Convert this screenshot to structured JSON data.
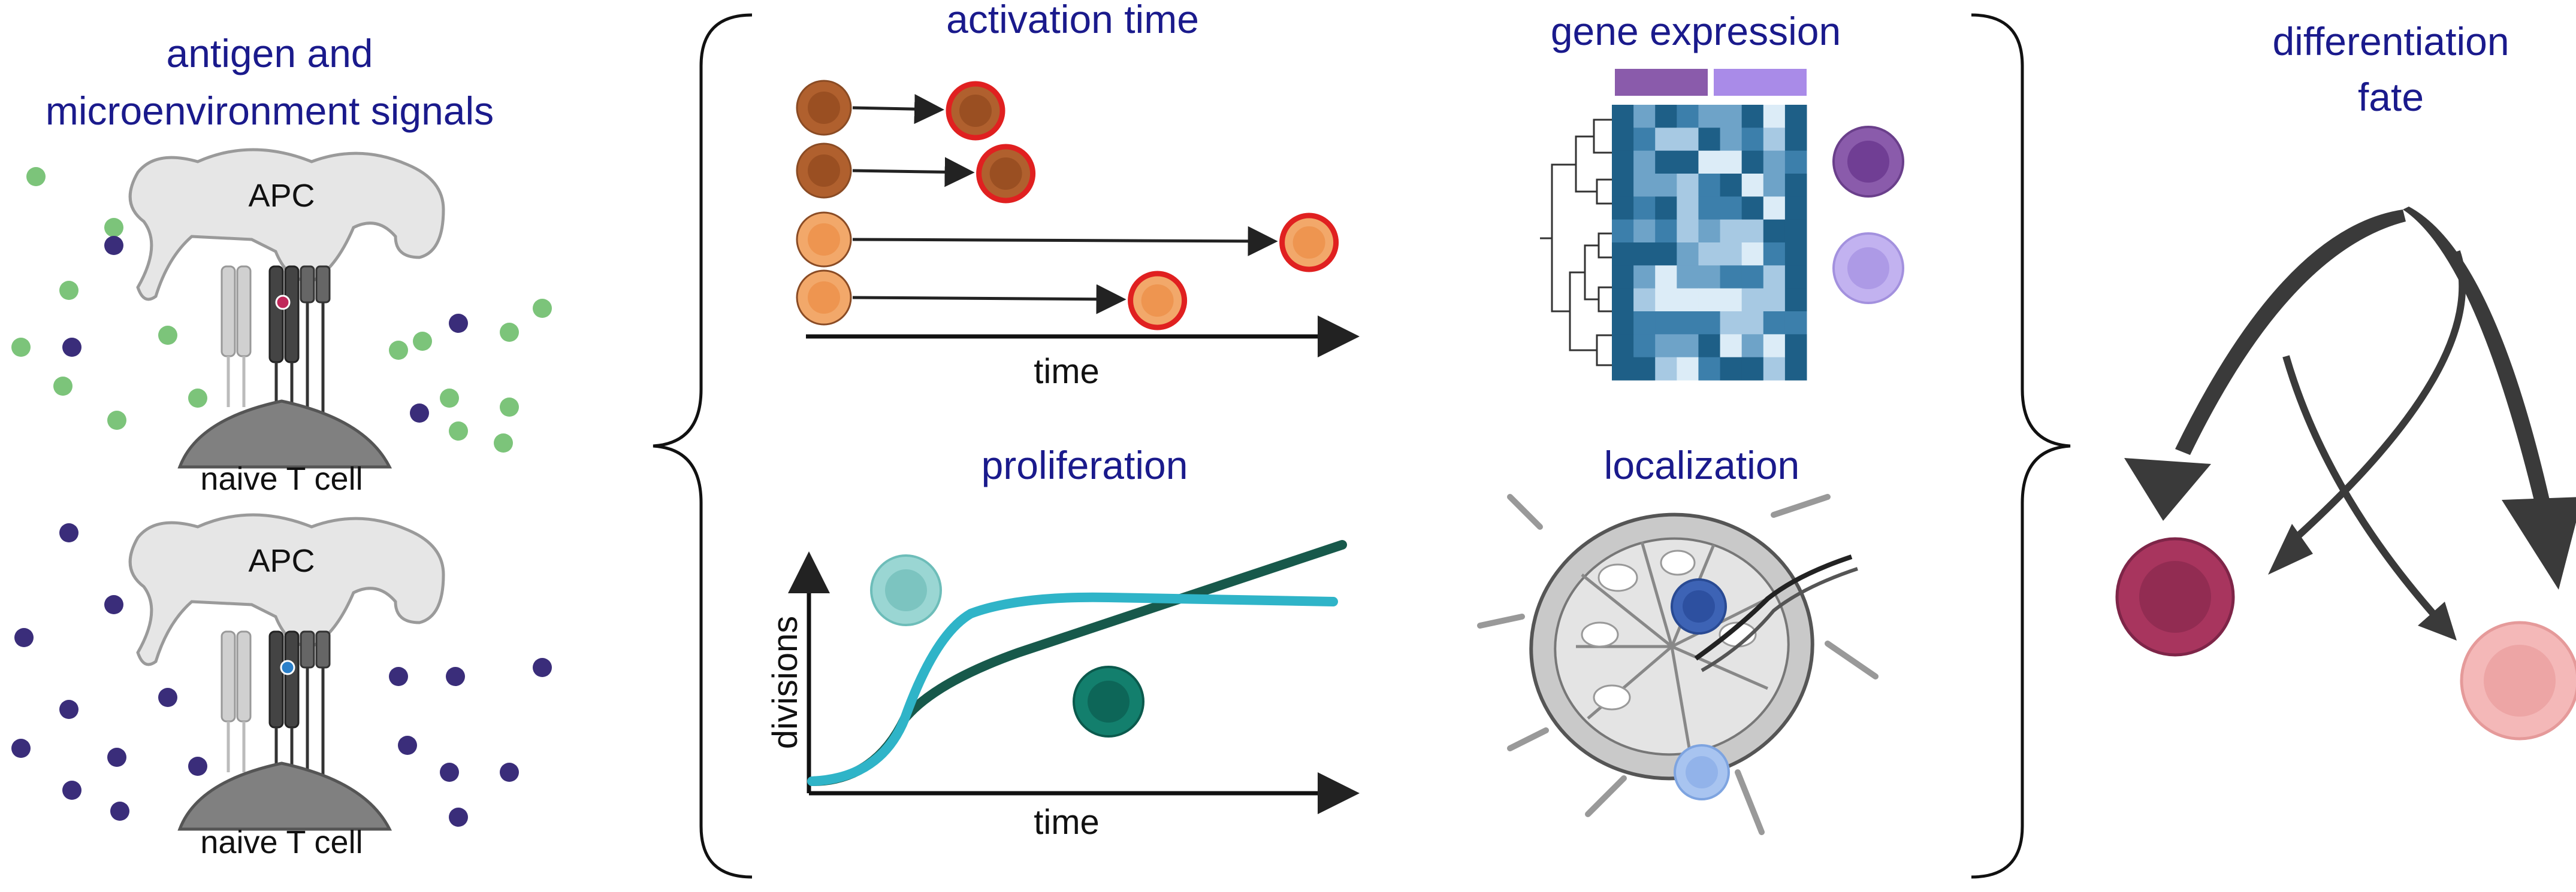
{
  "colors": {
    "title": "#1a1a8c",
    "text": "#111111",
    "arrow": "#222222",
    "apc_fill": "#e6e6e6",
    "tcell_fill": "#808080",
    "green_dot": "#7cc47a",
    "purple_dot": "#3a2d7a",
    "early_cell": "#b0602e",
    "late_cell": "#f2a86a",
    "activated_ring": "#e02020",
    "heat_dark": "#1e5f87",
    "heat_light": "#dcecf7",
    "bar_dark": "#8a5bab",
    "bar_light": "#a98be8",
    "curve_teal": "#2fb4c8",
    "curve_dark": "#17594b",
    "cell_teal_light": "#9ad6d3",
    "cell_green_dark": "#137f6d",
    "fate_red": "#a8355e",
    "fate_pink": "#f4b8b8",
    "node_blue": "#3d63b5",
    "node_light_blue": "#a8c4f0"
  },
  "left_panel": {
    "title_line1": "antigen and",
    "title_line2": "microenvironment signals",
    "top": {
      "apc_label": "APC",
      "tcell_label": "naive T cell",
      "dot_color": "green"
    },
    "bottom": {
      "apc_label": "APC",
      "tcell_label": "naive T cell",
      "dot_color": "purple"
    }
  },
  "activation_time": {
    "title": "activation time",
    "axis_label": "time",
    "rows": [
      {
        "cell": "early",
        "end": 0.25
      },
      {
        "cell": "early",
        "end": 0.3
      },
      {
        "cell": "late",
        "end": 0.8
      },
      {
        "cell": "late",
        "end": 0.55
      }
    ]
  },
  "proliferation": {
    "title": "proliferation",
    "xlabel": "time",
    "ylabel": "divisions"
  },
  "gene_expression": {
    "title": "gene expression",
    "heatmap_rows": 12,
    "heatmap_cols": 9,
    "group_split_col": 4
  },
  "localization": {
    "title": "localization"
  },
  "differentiation": {
    "title_line1": "differentiation",
    "title_line2": "fate"
  }
}
